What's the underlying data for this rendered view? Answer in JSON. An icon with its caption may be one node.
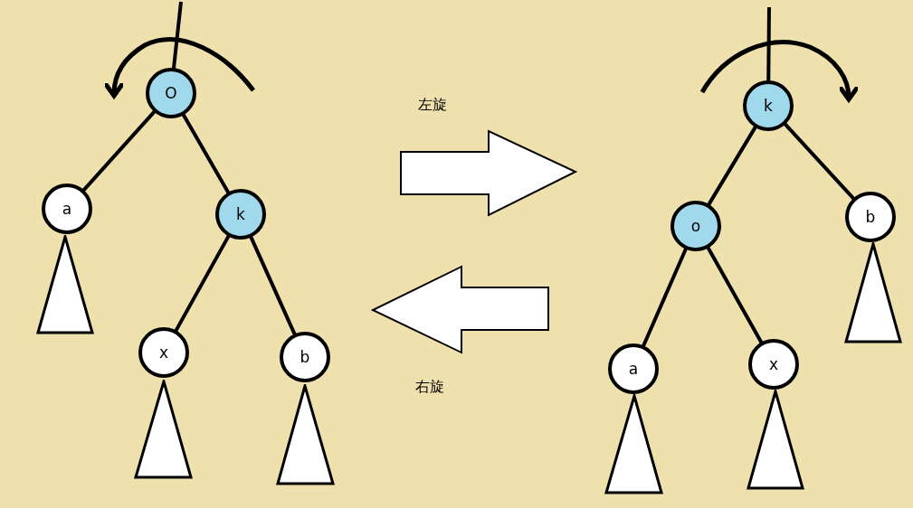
{
  "diagram": {
    "nodes": [
      {
        "text": [
          "O"
        ]
      },
      {
        "text": [
          "a"
        ]
      },
      {
        "text": [
          "k"
        ]
      },
      {
        "text": [
          "x"
        ]
      },
      {
        "text": [
          "b"
        ]
      },
      {
        "text": [],
        "shape": "triangle"
      },
      {
        "text": [],
        "shape": "triangle"
      },
      {
        "text": [],
        "shape": "triangle"
      },
      {
        "text": [
          "k"
        ]
      },
      {
        "text": [
          "o"
        ]
      },
      {
        "text": [
          "b"
        ]
      },
      {
        "text": [
          "a"
        ]
      },
      {
        "text": [
          "x"
        ]
      },
      {
        "text": [],
        "shape": "triangle"
      },
      {
        "text": [],
        "shape": "triangle"
      },
      {
        "text": [],
        "shape": "triangle"
      }
    ],
    "edges": [
      {
        "from": null,
        "to": 0,
        "arrow": "none"
      },
      {
        "from": 0,
        "to": 1,
        "arrow": "none"
      },
      {
        "from": 0,
        "to": 2,
        "arrow": "none"
      },
      {
        "from": 2,
        "to": 3,
        "arrow": "none"
      },
      {
        "from": 2,
        "to": 4,
        "arrow": "none"
      },
      {
        "from": null,
        "to": 8,
        "arrow": "none"
      },
      {
        "from": 8,
        "to": 9,
        "arrow": "none"
      },
      {
        "from": 8,
        "to": 10,
        "arrow": "none"
      },
      {
        "from": 9,
        "to": 11,
        "arrow": "none"
      },
      {
        "from": 9,
        "to": 12,
        "arrow": "none"
      }
    ],
    "labels": [
      "左旋",
      "右旋"
    ]
  }
}
